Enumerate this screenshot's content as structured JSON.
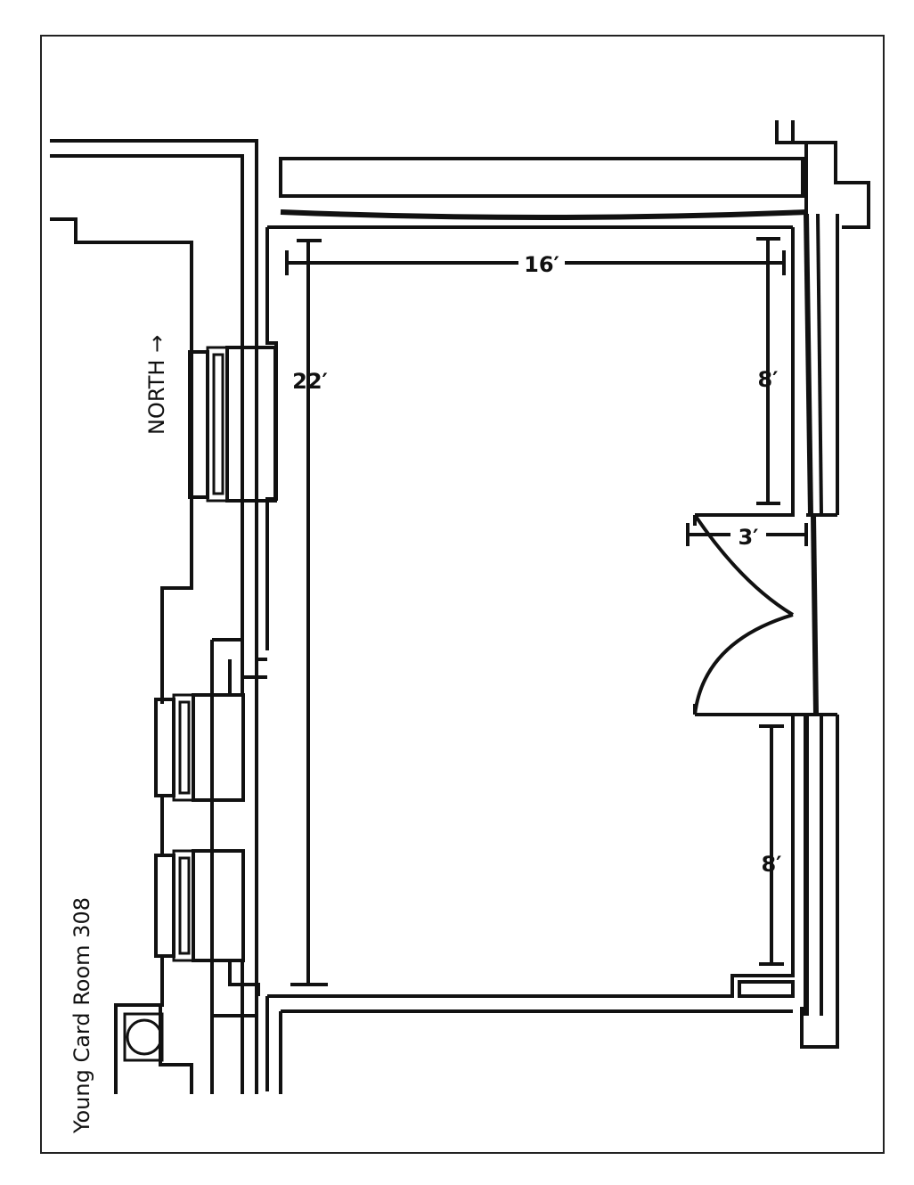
{
  "plan": {
    "room_label": "Young Card Room 308",
    "north_label": "NORTH →"
  },
  "dimensions": {
    "width_top": "16′",
    "length_left": "22′",
    "right_upper": "8′",
    "door": "3′",
    "right_lower": "8′"
  },
  "colors": {
    "line": "#111111",
    "background": "#ffffff"
  }
}
